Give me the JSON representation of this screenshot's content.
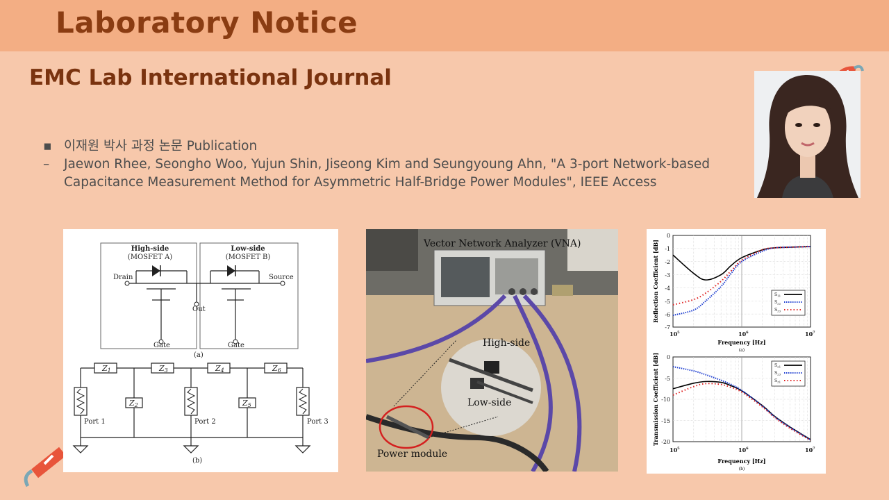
{
  "header": {
    "title": "Laboratory Notice"
  },
  "section": {
    "title": "EMC Lab International Journal"
  },
  "bullets": [
    {
      "marker": "▪",
      "text": "이재원 박사 과정 논문 Publication"
    },
    {
      "marker": "–",
      "text": "Jaewon Rhee, Seongho Woo, Yujun Shin, Jiseong Kim and Seungyoung Ahn, \"A 3-port Network-based Capacitance Measurement Method for Asymmetric Half-Bridge Power Modules\", IEEE Access"
    }
  ],
  "circuit": {
    "high_side": "High-side",
    "mosfet_a": "(MOSFET A)",
    "low_side": "Low-side",
    "mosfet_b": "(MOSFET B)",
    "drain": "Drain",
    "source": "Source",
    "out": "Out",
    "gate_a": "Gate",
    "gate_b": "Gate",
    "label_a": "(a)",
    "label_b": "(b)",
    "port1": "Port 1",
    "port2": "Port 2",
    "port3": "Port 3",
    "z1": "Z",
    "z1s": "1",
    "z2": "Z",
    "z2s": "2",
    "z3": "Z",
    "z3s": "3",
    "z4": "Z",
    "z4s": "4",
    "z5": "Z",
    "z5s": "5",
    "z6": "Z",
    "z6s": "6"
  },
  "photo_labels": {
    "vna": "Vector Network Analyzer (VNA)",
    "high": "High-side",
    "low": "Low-side",
    "module": "Power module"
  },
  "charts": {
    "top": {
      "ylabel": "Reflection Coefficient [dB]",
      "xlabel": "Frequency [Hz]",
      "caption": "(a)",
      "yticks": [
        "0",
        "-1",
        "-2",
        "-3",
        "-4",
        "-5",
        "-6",
        "-7"
      ],
      "xticks": [
        {
          "b": "10",
          "e": "5"
        },
        {
          "b": "10",
          "e": "6"
        },
        {
          "b": "10",
          "e": "7"
        }
      ],
      "legend": [
        {
          "s": "S",
          "sub": "11"
        },
        {
          "s": "S",
          "sub": "22"
        },
        {
          "s": "S",
          "sub": "33"
        }
      ]
    },
    "bottom": {
      "ylabel": "Transmission Coefficient [dB]",
      "xlabel": "Frequency [Hz]",
      "caption": "(b)",
      "yticks": [
        "0",
        "-5",
        "-10",
        "-15",
        "-20"
      ],
      "xticks": [
        {
          "b": "10",
          "e": "5"
        },
        {
          "b": "10",
          "e": "6"
        },
        {
          "b": "10",
          "e": "7"
        }
      ],
      "legend": [
        {
          "s": "S",
          "sub": "21"
        },
        {
          "s": "S",
          "sub": "23"
        },
        {
          "s": "S",
          "sub": "31"
        }
      ]
    }
  },
  "chart_data": [
    {
      "type": "line",
      "xlabel": "Frequency [Hz]",
      "ylabel": "Reflection Coefficient [dB]",
      "xscale": "log",
      "xlim": [
        100000,
        10000000
      ],
      "ylim": [
        -7,
        0
      ],
      "grid": true,
      "legend": "right",
      "x": [
        100000,
        200000,
        300000,
        500000,
        700000,
        1000000,
        2000000,
        3000000,
        5000000,
        10000000
      ],
      "series": [
        {
          "name": "S11",
          "color": "#000000",
          "values": [
            -1.5,
            -2.9,
            -3.4,
            -3.0,
            -2.3,
            -1.7,
            -1.1,
            -0.95,
            -0.9,
            -0.85
          ]
        },
        {
          "name": "S22",
          "color": "#1f3fd0",
          "values": [
            -6.1,
            -5.7,
            -5.0,
            -3.9,
            -2.9,
            -2.0,
            -1.2,
            -0.95,
            -0.9,
            -0.85
          ]
        },
        {
          "name": "S33",
          "color": "#e02020",
          "values": [
            -5.3,
            -4.9,
            -4.4,
            -3.5,
            -2.7,
            -1.9,
            -1.1,
            -0.95,
            -0.9,
            -0.85
          ]
        }
      ]
    },
    {
      "type": "line",
      "xlabel": "Frequency [Hz]",
      "ylabel": "Transmission Coefficient [dB]",
      "xscale": "log",
      "xlim": [
        100000,
        10000000
      ],
      "ylim": [
        -20,
        0
      ],
      "grid": true,
      "legend": "right",
      "x": [
        100000,
        200000,
        300000,
        500000,
        700000,
        1000000,
        2000000,
        3000000,
        5000000,
        10000000
      ],
      "series": [
        {
          "name": "S21",
          "color": "#000000",
          "values": [
            -7.5,
            -6.2,
            -5.8,
            -6.0,
            -6.8,
            -8.0,
            -11.5,
            -14.0,
            -16.5,
            -19.5
          ]
        },
        {
          "name": "S23",
          "color": "#1f3fd0",
          "values": [
            -2.3,
            -3.3,
            -4.2,
            -5.5,
            -6.5,
            -7.9,
            -11.6,
            -14.1,
            -16.6,
            -19.6
          ]
        },
        {
          "name": "S31",
          "color": "#e02020",
          "values": [
            -9.0,
            -7.0,
            -6.3,
            -6.5,
            -7.2,
            -8.3,
            -11.8,
            -14.3,
            -16.8,
            -19.7
          ]
        }
      ]
    }
  ]
}
